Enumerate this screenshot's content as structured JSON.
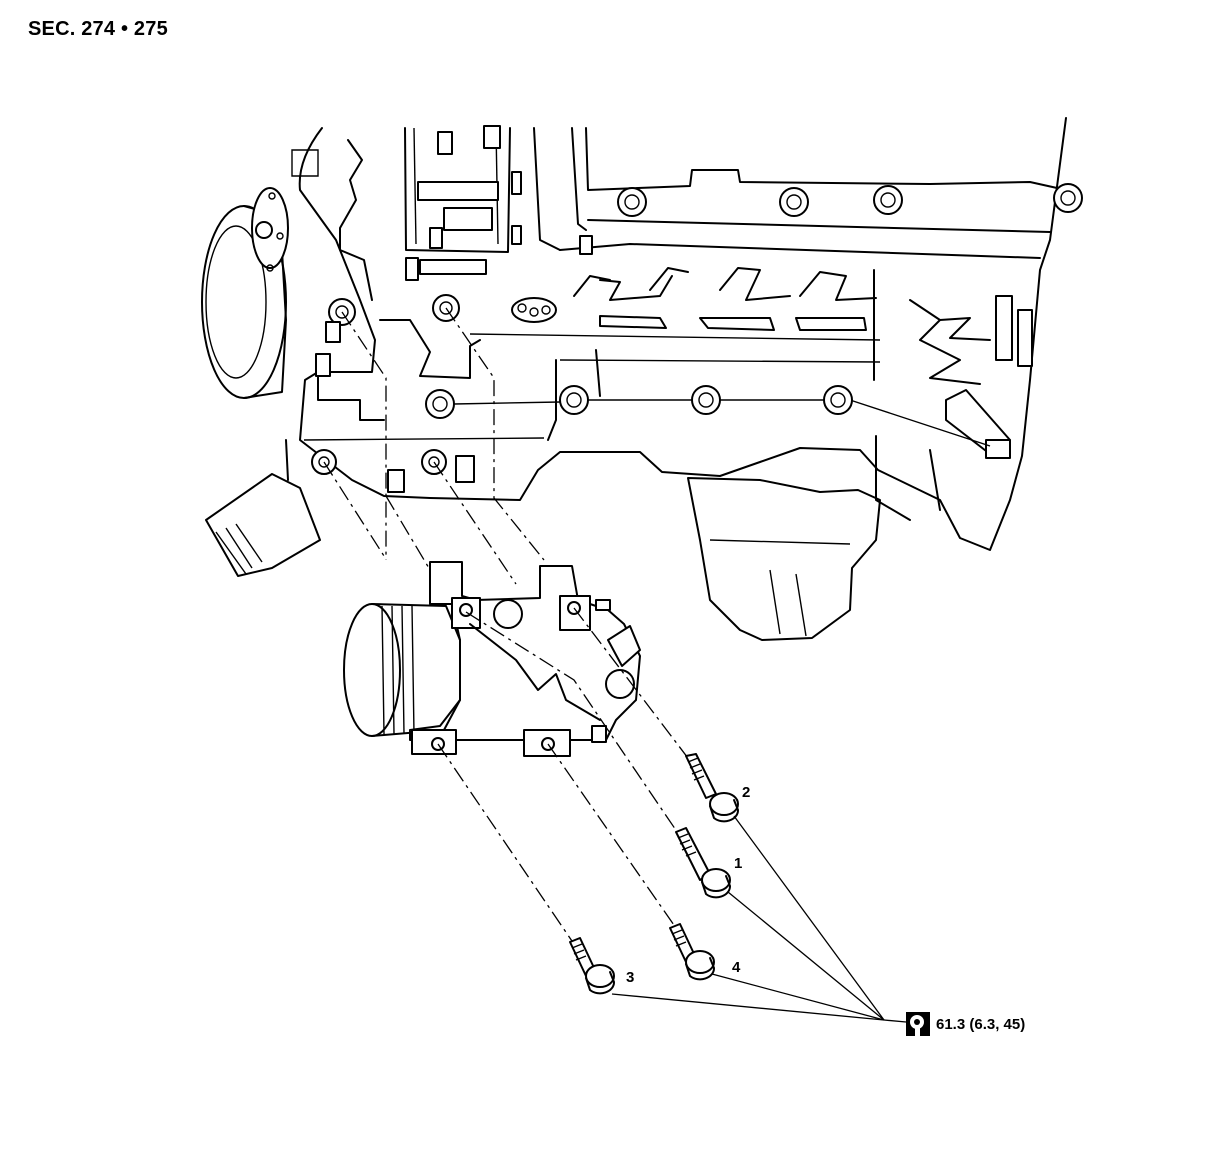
{
  "section_ref": "SEC. 274 • 275",
  "callouts": [
    {
      "id": "bolt-1",
      "label": "1"
    },
    {
      "id": "bolt-2",
      "label": "2"
    },
    {
      "id": "bolt-3",
      "label": "3"
    },
    {
      "id": "bolt-4",
      "label": "4"
    }
  ],
  "torque_spec": "61.3 (6.3, 45)",
  "icons": {
    "torque": "torque-wrench-icon"
  }
}
